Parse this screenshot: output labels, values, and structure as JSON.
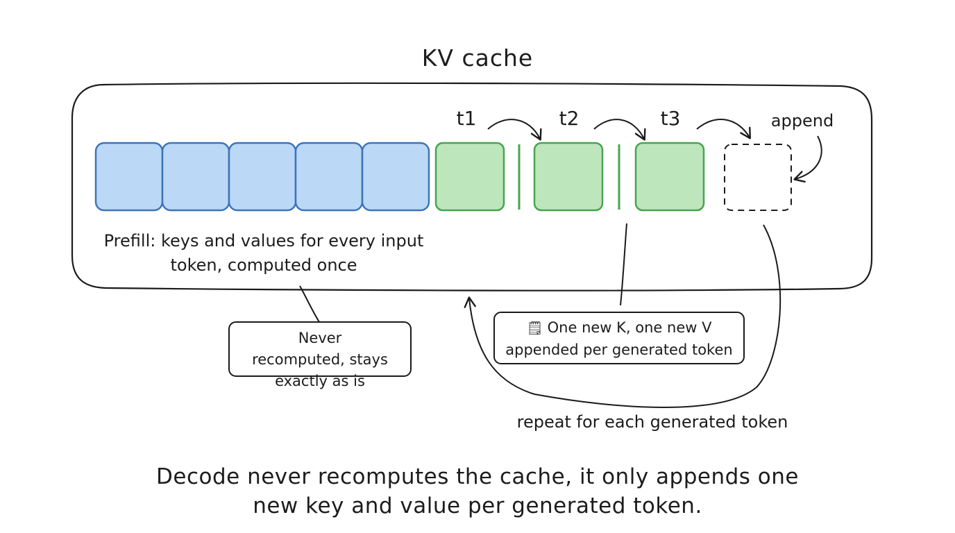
{
  "title": "KV cache",
  "tokens": [
    "t1",
    "t2",
    "t3"
  ],
  "append_label": "append",
  "prefill_label": "Prefill: keys and values for every input token, computed once",
  "note_never": "Never recomputed, stays exactly as is",
  "note_kv": {
    "icon": "memo-icon",
    "text": "One new K, one new V appended per generated token"
  },
  "repeat_label": "repeat for each generated token",
  "caption": "Decode never recomputes the cache, it only appends one new key and value per generated token.",
  "cells": {
    "prefill_count": 5,
    "generated_count": 3,
    "empty_slot_count": 1
  },
  "colors": {
    "prefill_fill": "#bcd8f7",
    "prefill_stroke": "#3d74b8",
    "generated_fill": "#bde6bc",
    "generated_stroke": "#47a450",
    "ink": "#1a1a1a"
  }
}
